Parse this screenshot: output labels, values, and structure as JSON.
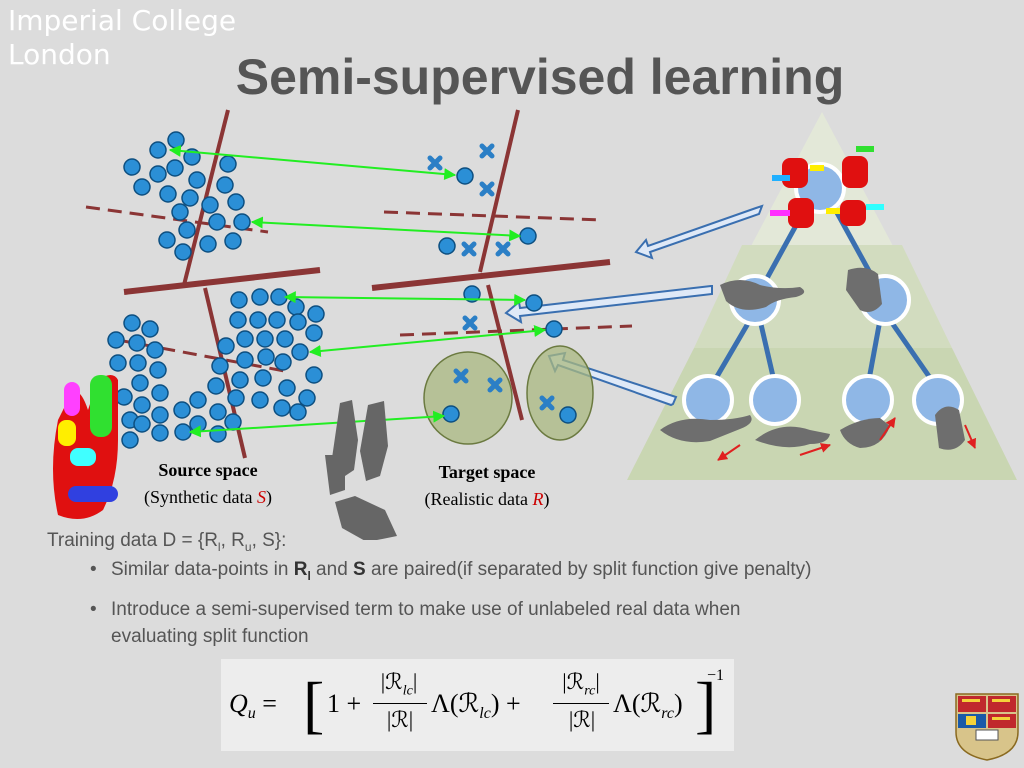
{
  "header": {
    "logo_line1": "Imperial College",
    "logo_line2": "London",
    "title": "Semi-supervised learning"
  },
  "source_space": {
    "title": "Source space",
    "subtitle_prefix": "(Synthetic data ",
    "var": "S",
    "subtitle_suffix": ")"
  },
  "target_space": {
    "title": "Target space",
    "subtitle_prefix": "(Realistic data ",
    "var": "R",
    "subtitle_suffix": ")"
  },
  "training": {
    "prefix": "Training data D = {R",
    "sub_l": "l",
    "sep1": ", R",
    "sub_u": "u",
    "suffix": ", S}:"
  },
  "bullets": {
    "b1_prefix": "Similar data-points in ",
    "b1_bold1": "R",
    "b1_bold1_sub": "l",
    "b1_mid": " and ",
    "b1_bold2": "S",
    "b1_suffix": " are paired(if separated by split function give penalty)",
    "b2_line1": "Introduce a semi-supervised term to make use of unlabeled real data when",
    "b2_line2": "evaluating split function"
  },
  "formula": {
    "lhs": "Q",
    "lhs_sub": "u",
    "one_plus": "1 +",
    "num1": "|ℛ",
    "num1_sub": "lc",
    "num_end": "|",
    "den": "|ℛ|",
    "lambda1": "Λ(ℛ",
    "lambda1_sub": "lc",
    "plus": ") +",
    "num2_sub": "rc",
    "lambda2": "Λ(ℛ",
    "lambda2_sub": "rc",
    "close": ")",
    "exponent": "−1"
  },
  "colors": {
    "dot_fill": "#2b8fd6",
    "dot_stroke": "#0d4f80",
    "split_line": "#8b3535",
    "arrow_green": "#22ee22",
    "tree_node": "#8fb7e6",
    "pyramid": "#d4e0c0"
  }
}
